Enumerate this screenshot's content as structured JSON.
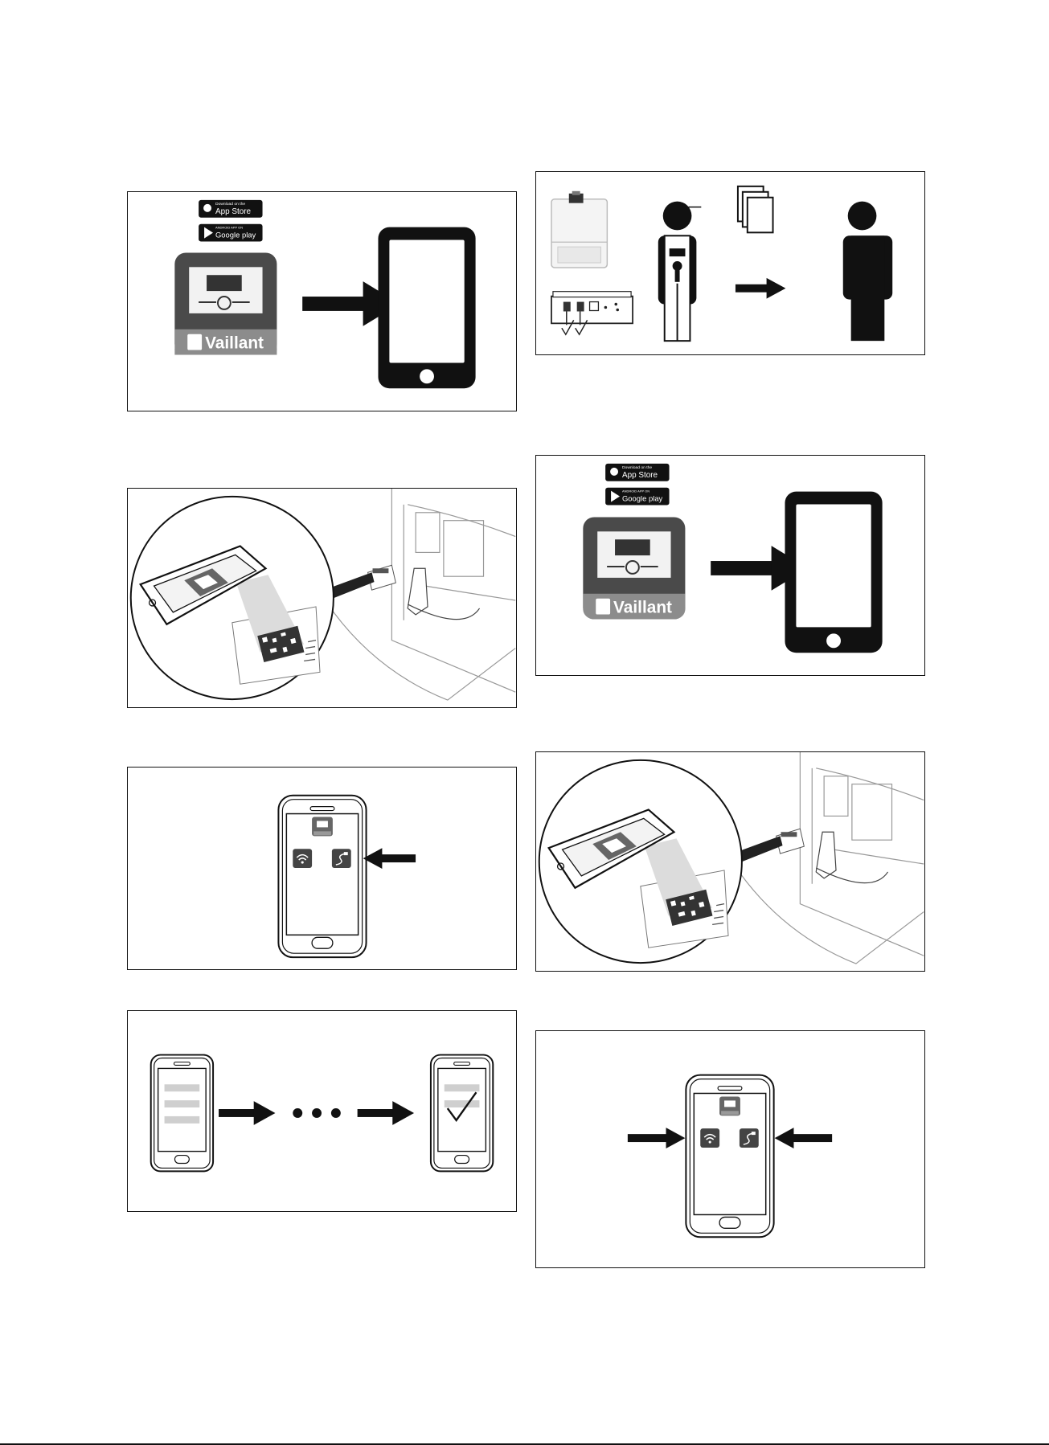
{
  "badges": {
    "appstore_small": "Download on the",
    "appstore_big": "App Store",
    "google_small": "ANDROID APP ON",
    "google_big": "Google play"
  },
  "brand": {
    "name": "Vaillant",
    "icon_bg": "#5a5a5a",
    "ink": "#111111",
    "bar": "#cfcfcf"
  },
  "panels": [
    {
      "id": "left-1",
      "content": "app-download"
    },
    {
      "id": "right-1",
      "content": "installer-handover"
    },
    {
      "id": "left-2",
      "content": "qr-scan"
    },
    {
      "id": "right-2",
      "content": "app-download"
    },
    {
      "id": "left-3",
      "content": "phone-cable-connection"
    },
    {
      "id": "right-3",
      "content": "qr-scan"
    },
    {
      "id": "left-4",
      "content": "setup-progress"
    },
    {
      "id": "right-4",
      "content": "phone-wifi-and-cable"
    }
  ]
}
